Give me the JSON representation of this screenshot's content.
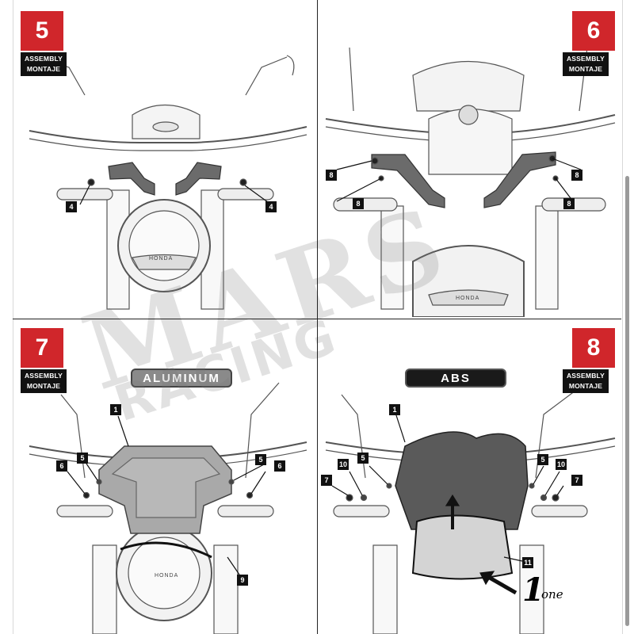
{
  "panels": [
    {
      "step": "5",
      "label_line1": "ASSEMBLY",
      "label_line2": "MONTAJE",
      "callouts": [
        "4",
        "4"
      ]
    },
    {
      "step": "6",
      "label_line1": "ASSEMBLY",
      "label_line2": "MONTAJE",
      "callouts": [
        "8",
        "8",
        "8",
        "8"
      ]
    },
    {
      "step": "7",
      "label_line1": "ASSEMBLY",
      "label_line2": "MONTAJE",
      "material": "ALUMINUM",
      "callouts": [
        "1",
        "5",
        "5",
        "6",
        "6",
        "9"
      ]
    },
    {
      "step": "8",
      "label_line1": "ASSEMBLY",
      "label_line2": "MONTAJE",
      "material": "ABS",
      "callouts": [
        "1",
        "10",
        "5",
        "5",
        "10",
        "7",
        "7",
        "11"
      ],
      "one_num": "1",
      "one_word": "one"
    }
  ],
  "brand_badge": "HONDA",
  "watermark": {
    "line1": "MARS",
    "line2": "RACING"
  },
  "colors": {
    "step_red": "#d0262b",
    "label_black": "#111111",
    "aluminum_pill": "#8a8a8a",
    "abs_pill": "#1a1a1a",
    "bracket_gray": "#6b6b6b",
    "shield_dark": "#5a5a5a"
  }
}
